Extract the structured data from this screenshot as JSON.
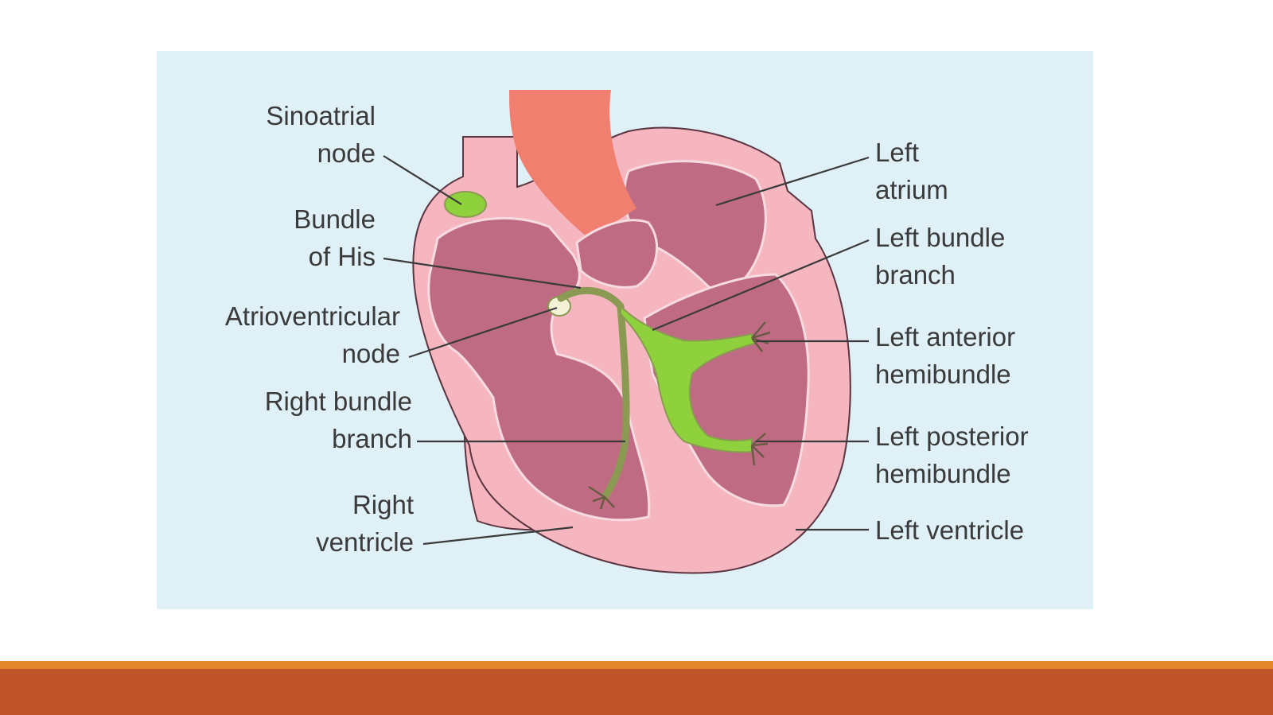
{
  "colors": {
    "panel_background": "#dff0f7",
    "heart_outer": "#f6b6bf",
    "heart_chamber": "#c06b84",
    "aorta": "#f07f70",
    "conduction": "#8fd13c",
    "conduction_dark": "#8a9a52",
    "footer_orange": "#e4862c",
    "footer_rust": "#c0552b",
    "label_text": "#3a3a3a"
  },
  "labels": {
    "sinoatrial_node": [
      "Sinoatrial",
      "node"
    ],
    "bundle_of_his": [
      "Bundle",
      "of His"
    ],
    "atrioventricular_node": [
      "Atrioventricular",
      "node"
    ],
    "right_bundle_branch": [
      "Right bundle",
      "branch"
    ],
    "right_ventricle": [
      "Right",
      "ventricle"
    ],
    "left_atrium": [
      "Left",
      "atrium"
    ],
    "left_bundle_branch": [
      "Left bundle",
      "branch"
    ],
    "left_anterior_hemibundle": [
      "Left anterior",
      "hemibundle"
    ],
    "left_posterior_hemibundle": [
      "Left posterior",
      "hemibundle"
    ],
    "left_ventricle": [
      "Left ventricle"
    ]
  }
}
